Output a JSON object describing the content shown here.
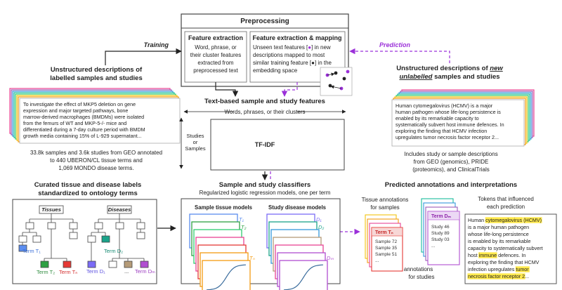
{
  "colors": {
    "purple": "#9b30d9",
    "highlight": "#ffe94d",
    "tissue_colors": [
      "#5b8def",
      "#2ea043",
      "#e53935"
    ],
    "disease_colors": [
      "#7b6cf6",
      "#1aa38a",
      "#b59b78",
      "#b14fd1"
    ],
    "card_colors": [
      "#e53935",
      "#f39c12",
      "#f1c40f",
      "#2ecc71",
      "#1abc9c",
      "#3498db",
      "#9b59b6",
      "#e84393"
    ]
  },
  "preprocessing": {
    "title": "Preprocessing",
    "extraction": {
      "title": "Feature extraction",
      "body": [
        "Word, phrase, or",
        "their cluster features",
        "extracted from",
        "preprocessed text"
      ]
    },
    "mapping": {
      "title": "Feature extraction & mapping",
      "body_pre": "Unseen text features [",
      "body_post": "] in new",
      "body": [
        "descriptions mapped to most",
        "similar training feature [●] in the",
        "embedding space"
      ]
    }
  },
  "flows": {
    "training": "Training",
    "prediction": "Prediction"
  },
  "left_input": {
    "title": [
      "Unstructured descriptions of",
      "labelled samples and studies"
    ],
    "text": [
      "To investigate the effect of MKP5 deletion on gene",
      "expression and major targeted pathways, bone",
      "marrow-derived macrophages (BMDMs) were isolated",
      "from the femurs of WT and MKP-5-/- mice and",
      "differentiated during a 7-day culture period with BMDM",
      "growth media containing 15% of L-929 supernatant..."
    ],
    "caption": [
      "33.8k samples and 3.6k studies from GEO annotated",
      "to  440 UBERON/CL tissue terms and",
      "1,069 MONDO disease terms."
    ]
  },
  "right_input": {
    "title_line1_pre": "Unstructured descriptions of ",
    "title_line1_em": "new",
    "title_line2_em": "unlabelled",
    "title_line2_post": " samples and studies",
    "text": [
      "Human cytomegalovirus (HCMV) is a major",
      "human pathogen whose life-long persistence is",
      "enabled by its remarkable capacity to",
      "systematically subvert host immune defences. In",
      "exploring the finding that HCMV infection",
      "upregulates tumor necrosis factor receptor 2..."
    ],
    "caption": [
      "Includes study or sample descriptions",
      "from GEO (genomics), PRIDE",
      "(proteomics), and ClinicalTrials"
    ]
  },
  "features": {
    "title": "Text-based sample and study features",
    "subtitle": "Words, phrases, or their clusters",
    "axis": [
      "Studies",
      "or",
      "Samples"
    ],
    "method": "TF-IDF"
  },
  "ontology": {
    "title": [
      "Curated tissue and disease labels",
      "standardized to ontology terms"
    ],
    "tissues_label": "Tissues",
    "diseases_label": "Diseases",
    "tissue_terms": [
      "Term T₁",
      "Term T₂",
      "Term Tₙ"
    ],
    "disease_terms": [
      "Term D₁",
      "Term D₂",
      "...",
      "Term Dₘ"
    ]
  },
  "classifiers": {
    "title": "Sample and study classifiers",
    "subtitle": "Regularized logistic regression models, one per term",
    "tissue_title": "Sample tissue models",
    "disease_title": "Study disease models",
    "tissue_labels": [
      "T₁",
      "T₂",
      "Tₙ"
    ],
    "disease_labels": [
      "D₁",
      "D₂",
      "Dₘ"
    ]
  },
  "predictions": {
    "title": "Predicted annotations and interpretations",
    "tissue_ann": [
      "Tissue annotations",
      "for samples"
    ],
    "disease_ann": [
      "Disease annotations",
      "for studies"
    ],
    "tokens_title": [
      "Tokens that influenced",
      "each prediction"
    ],
    "tissue_card": {
      "term": "Term Tₙ",
      "items": [
        "Sample 72",
        "Sample 35",
        "Sample 51",
        "..."
      ]
    },
    "disease_card": {
      "term": "Term Dₘ",
      "items": [
        "Study 46",
        "Study 89",
        "Study 03",
        "..."
      ]
    },
    "explain": [
      [
        {
          "t": "Human "
        },
        {
          "t": "cytomegalovirus",
          "h": true
        },
        {
          "t": " "
        },
        {
          "t": "(HCMV)",
          "h": true
        }
      ],
      [
        {
          "t": "is a major human pathogen"
        }
      ],
      [
        {
          "t": "whose life-long persistence"
        }
      ],
      [
        {
          "t": "is enabled by its remarkable"
        }
      ],
      [
        {
          "t": "capacity to systematically subvert"
        }
      ],
      [
        {
          "t": "host "
        },
        {
          "t": "immune",
          "h": true
        },
        {
          "t": " defences. In"
        }
      ],
      [
        {
          "t": "exploring the finding that HCMV"
        }
      ],
      [
        {
          "t": "infection upregulates "
        },
        {
          "t": "tumor",
          "h": true
        }
      ],
      [
        {
          "t": "necrosis factor receptor 2",
          "h": true
        },
        {
          "t": "..."
        }
      ]
    ]
  }
}
